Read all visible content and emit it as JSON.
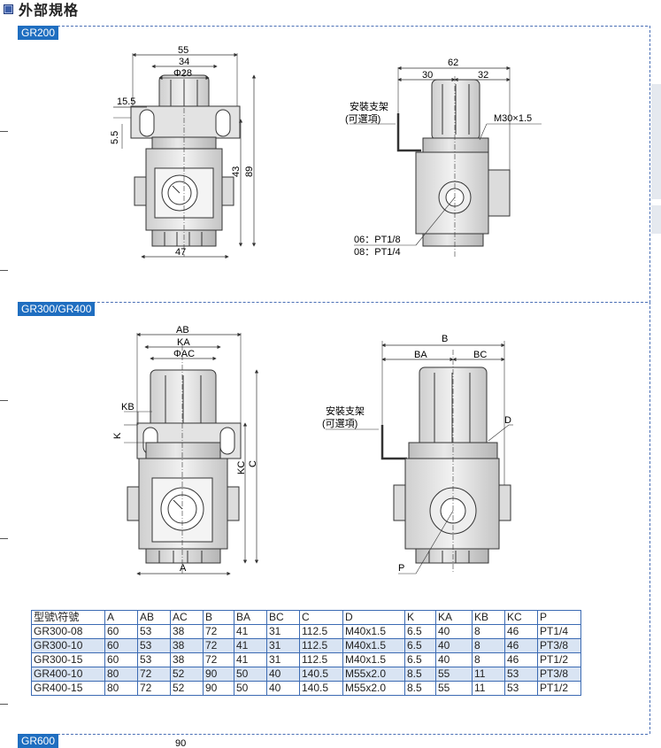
{
  "page": {
    "title": "外部規格"
  },
  "sections": {
    "gr200": "GR200",
    "gr300": "GR300/GR400",
    "gr600": "GR600",
    "gr600_dim": "90"
  },
  "gr200_front": {
    "d55": "55",
    "d34": "34",
    "d28": "Φ28",
    "d15_5": "15.5",
    "d5_5": "5.5",
    "d43": "43",
    "d89": "89",
    "d47": "47"
  },
  "gr200_side": {
    "d62": "62",
    "d30": "30",
    "d32": "32",
    "bracket1": "安裝支架",
    "bracket2": "(可選項)",
    "thread": "M30×1.5",
    "port1": "06：PT1/8",
    "port2": "08：PT1/4"
  },
  "gr300_front": {
    "ab": "AB",
    "ka": "KA",
    "ac": "ΦAC",
    "kb": "KB",
    "k": "K",
    "kc": "KC",
    "c": "C",
    "a": "A"
  },
  "gr300_side": {
    "b": "B",
    "ba": "BA",
    "bc": "BC",
    "bracket1": "安裝支架",
    "bracket2": "(可選項)",
    "d": "D",
    "p": "P"
  },
  "table": {
    "headers": [
      "型號\\符號",
      "A",
      "AB",
      "AC",
      "B",
      "BA",
      "BC",
      "C",
      "D",
      "K",
      "KA",
      "KB",
      "KC",
      "P"
    ],
    "rows": [
      [
        "GR300-08",
        "60",
        "53",
        "38",
        "72",
        "41",
        "31",
        "112.5",
        "M40x1.5",
        "6.5",
        "40",
        "8",
        "46",
        "PT1/4"
      ],
      [
        "GR300-10",
        "60",
        "53",
        "38",
        "72",
        "41",
        "31",
        "112.5",
        "M40x1.5",
        "6.5",
        "40",
        "8",
        "46",
        "PT3/8"
      ],
      [
        "GR300-15",
        "60",
        "53",
        "38",
        "72",
        "41",
        "31",
        "112.5",
        "M40x1.5",
        "6.5",
        "40",
        "8",
        "46",
        "PT1/2"
      ],
      [
        "GR400-10",
        "80",
        "72",
        "52",
        "90",
        "50",
        "40",
        "140.5",
        "M55x2.0",
        "8.5",
        "55",
        "11",
        "53",
        "PT3/8"
      ],
      [
        "GR400-15",
        "80",
        "72",
        "52",
        "90",
        "50",
        "40",
        "140.5",
        "M55x2.0",
        "8.5",
        "55",
        "11",
        "53",
        "PT1/2"
      ]
    ]
  }
}
